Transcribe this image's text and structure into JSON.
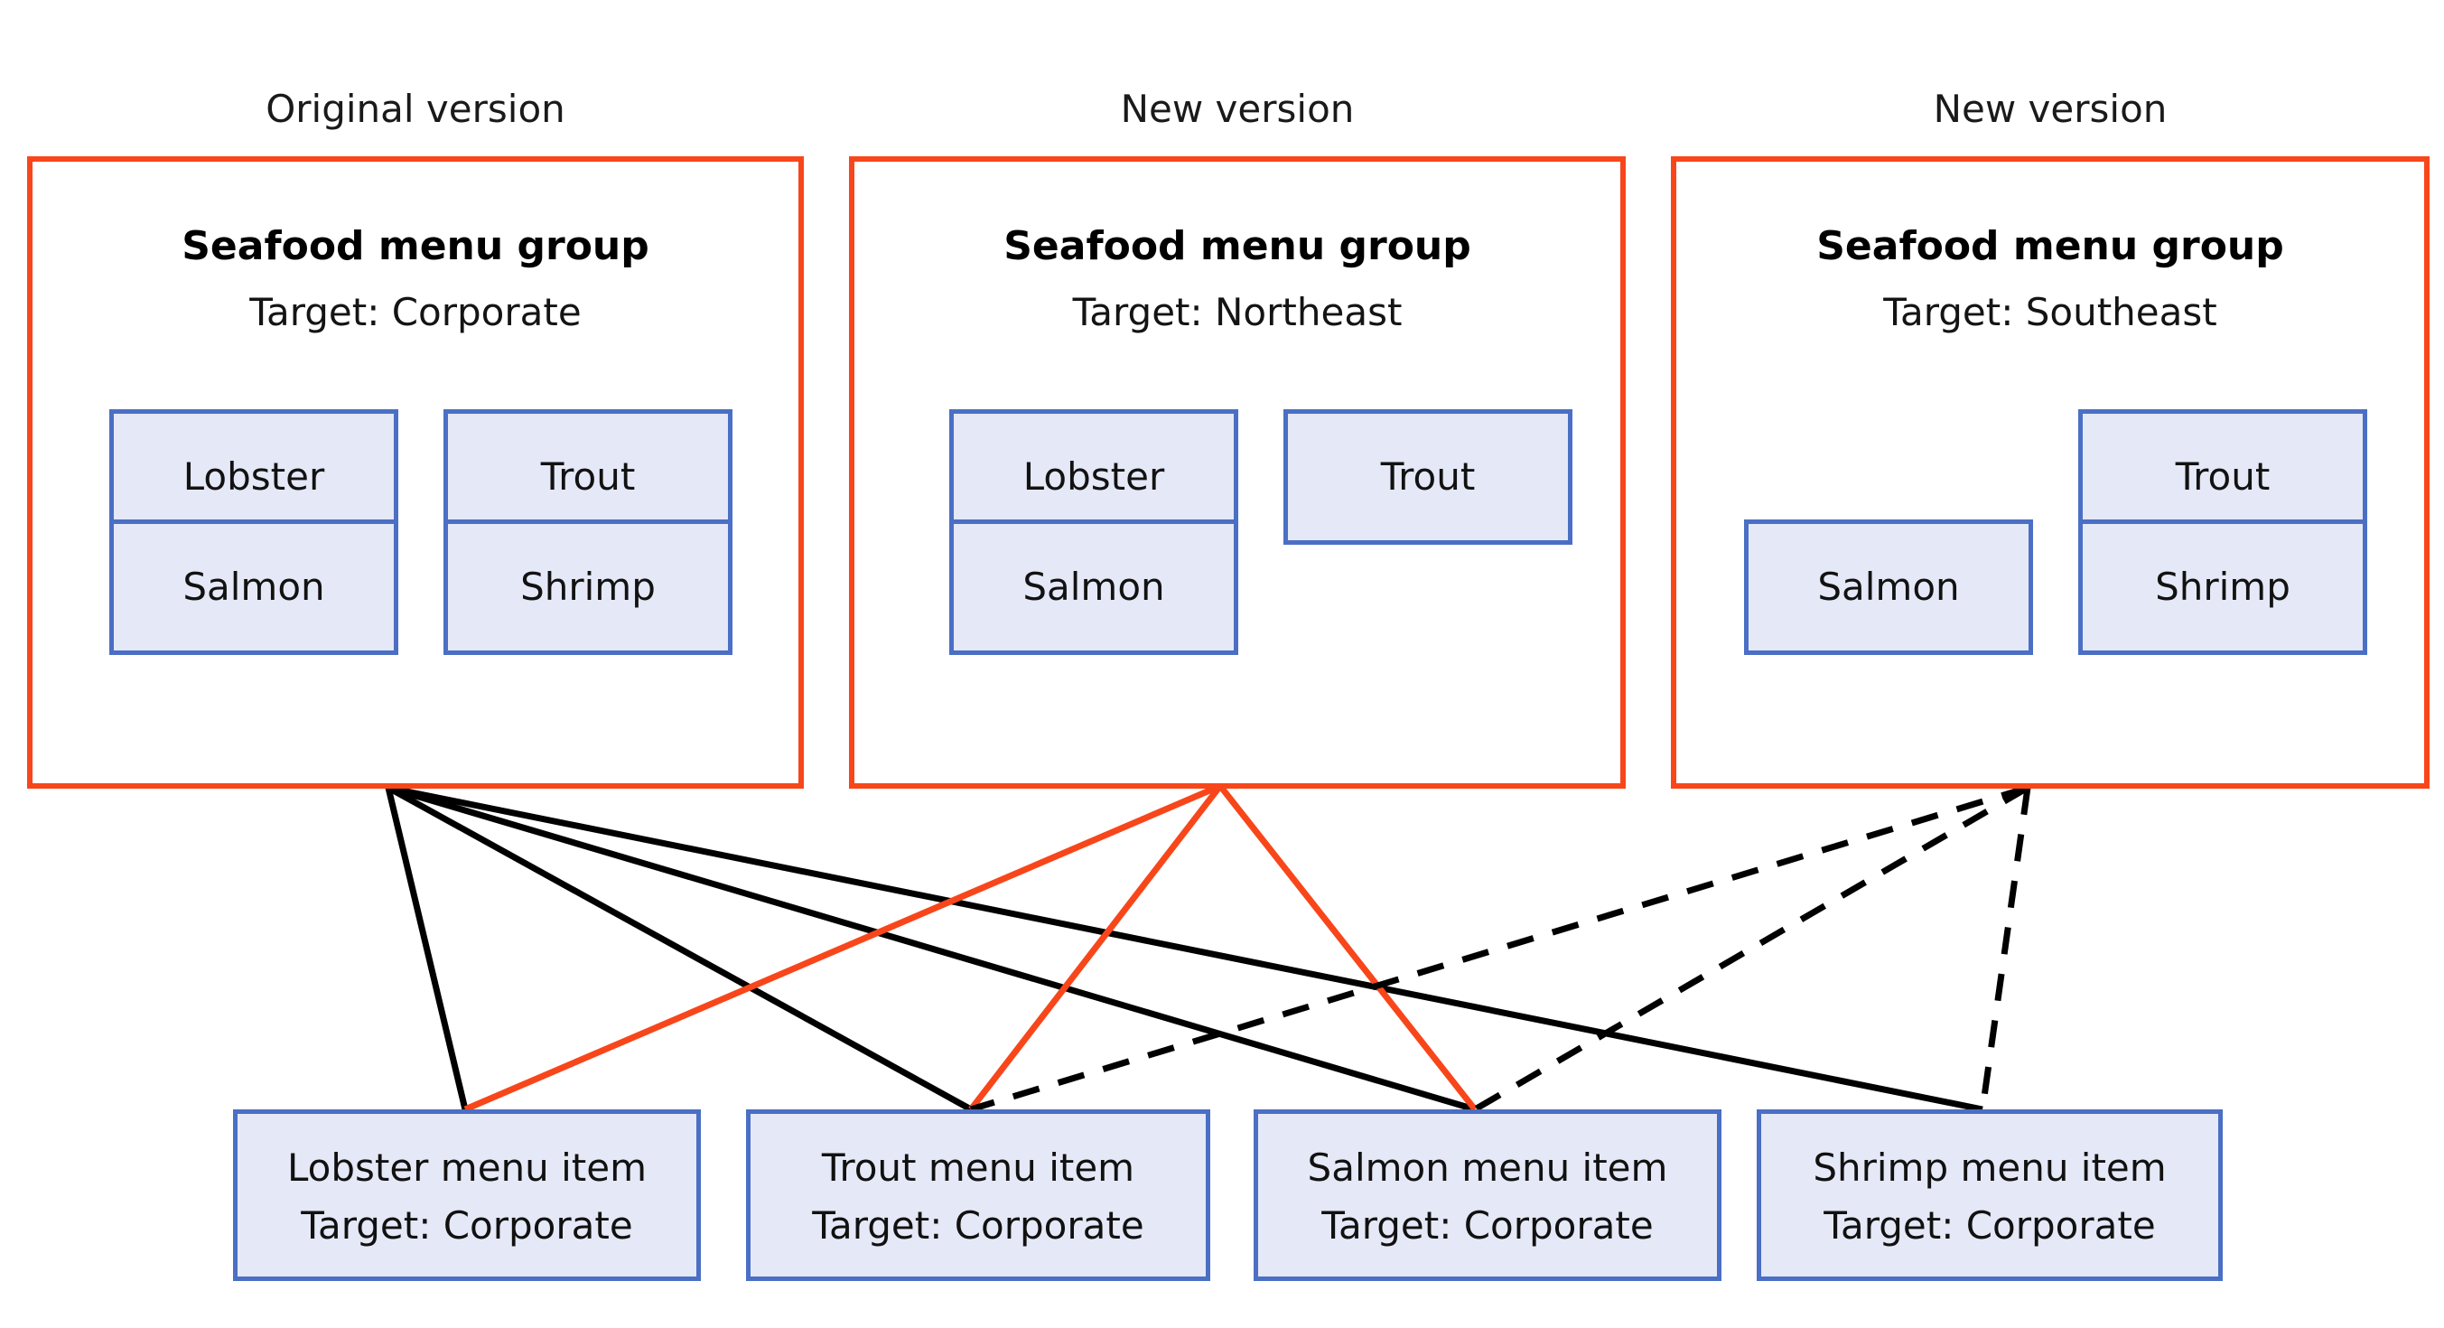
{
  "diagram": {
    "title_hidden": "",
    "colors": {
      "group_border": "#F8461B",
      "item_border": "#4A6FC4",
      "item_fill": "#E5E8F6",
      "edge_black": "#000000",
      "edge_orange": "#F8461B",
      "background": "#FFFFFF"
    }
  },
  "versions": [
    {
      "label": "Original version"
    },
    {
      "label": "New version"
    },
    {
      "label": "New version"
    }
  ],
  "groups": [
    {
      "name": "Seafood menu group",
      "target": "Target: Corporate",
      "items": [
        {
          "label": "Lobster",
          "slot": "top-left"
        },
        {
          "label": "Trout",
          "slot": "top-right"
        },
        {
          "label": "Salmon",
          "slot": "bottom-left"
        },
        {
          "label": "Shrimp",
          "slot": "bottom-right"
        }
      ]
    },
    {
      "name": "Seafood menu group",
      "target": "Target: Northeast",
      "items": [
        {
          "label": "Lobster",
          "slot": "top-left"
        },
        {
          "label": "Trout",
          "slot": "top-right"
        },
        {
          "label": "Salmon",
          "slot": "bottom-left"
        }
      ]
    },
    {
      "name": "Seafood menu group",
      "target": "Target: Southeast",
      "items": [
        {
          "label": "Trout",
          "slot": "top-right"
        },
        {
          "label": "Salmon",
          "slot": "bottom-left"
        },
        {
          "label": "Shrimp",
          "slot": "bottom-right"
        }
      ]
    }
  ],
  "menu_items": [
    {
      "title": "Lobster menu item",
      "target": "Target: Corporate"
    },
    {
      "title": "Trout menu item",
      "target": "Target: Corporate"
    },
    {
      "title": "Salmon menu item",
      "target": "Target: Corporate"
    },
    {
      "title": "Shrimp menu item",
      "target": "Target: Corporate"
    }
  ],
  "edges": [
    {
      "from": "group-1",
      "to": "lobster-menu-item",
      "style": "solid",
      "color": "#000000"
    },
    {
      "from": "group-1",
      "to": "trout-menu-item",
      "style": "solid",
      "color": "#000000"
    },
    {
      "from": "group-1",
      "to": "salmon-menu-item",
      "style": "solid",
      "color": "#000000"
    },
    {
      "from": "group-1",
      "to": "shrimp-menu-item",
      "style": "solid",
      "color": "#000000"
    },
    {
      "from": "group-2",
      "to": "lobster-menu-item",
      "style": "solid",
      "color": "#F8461B"
    },
    {
      "from": "group-2",
      "to": "trout-menu-item",
      "style": "solid",
      "color": "#F8461B"
    },
    {
      "from": "group-2",
      "to": "salmon-menu-item",
      "style": "solid",
      "color": "#F8461B"
    },
    {
      "from": "group-3",
      "to": "trout-menu-item",
      "style": "dashed",
      "color": "#000000"
    },
    {
      "from": "group-3",
      "to": "salmon-menu-item",
      "style": "dashed",
      "color": "#000000"
    },
    {
      "from": "group-3",
      "to": "shrimp-menu-item",
      "style": "dashed",
      "color": "#000000"
    }
  ]
}
